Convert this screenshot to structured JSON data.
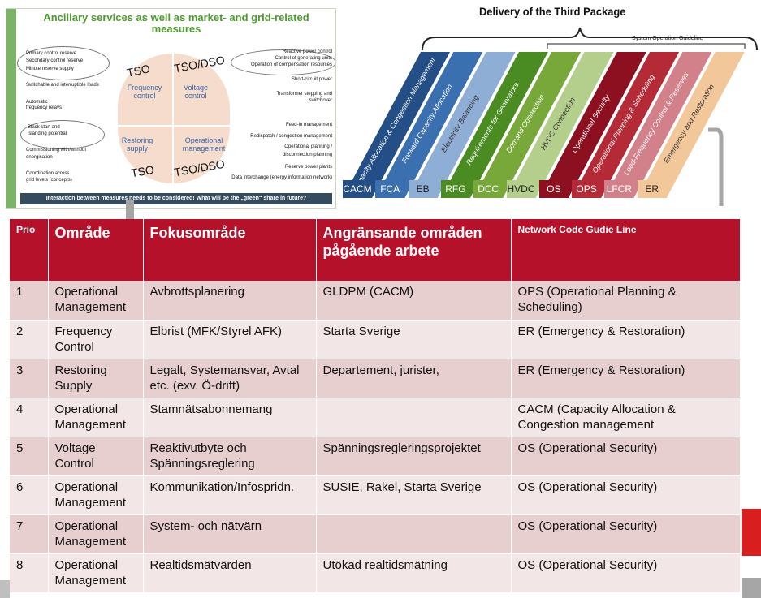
{
  "left_panel": {
    "title": "Ancillary services as well as market- and grid-related measures",
    "quadrants": {
      "frequency_control": "Frequency control",
      "voltage_control": "Voltage control",
      "restoring_supply": "Restoring supply",
      "operational_management": "Operational management"
    },
    "roles": {
      "top_left": "TSO",
      "top_right": "TSO/DSO",
      "bottom_left": "TSO",
      "bottom_right": "TSO/DSO"
    },
    "items_left_top": [
      "Primary control reserve",
      "Secondary control reserve",
      "Minute reserve supply",
      "Switchable and interruptible loads",
      "Automatic",
      "frequency relays"
    ],
    "items_right_top": [
      "Reactive power control",
      "Control of generating units",
      "Operation of compensation resources",
      "Short-circuit power",
      "Transformer stepping and",
      "switchover"
    ],
    "items_left_bottom": [
      "Black start and",
      "islanding potential",
      "Commissioning with/without",
      "energisation",
      "Coordination across",
      "grid levels (concepts)"
    ],
    "items_right_bottom": [
      "Feed-in management",
      "Redispatch / congestion management",
      "Operational planning /",
      "disconnection planning",
      "Reserve power plants",
      "Data interchange (energy information network)"
    ],
    "footer": "Interaction between measures needs to be considered! What will be the „green“ share in future?"
  },
  "package": {
    "title": "Delivery of the Third Package",
    "bracket_label": "System Operation Guideline",
    "codes": [
      {
        "abbr": "CACM",
        "name": "Capacity Allocation & Congestion Management",
        "color": "#244f86"
      },
      {
        "abbr": "FCA",
        "name": "Forward Capacity Allocation",
        "color": "#3a6fb0"
      },
      {
        "abbr": "EB",
        "name": "Electricity Balancing",
        "color": "#8faed6"
      },
      {
        "abbr": "RFG",
        "name": "Requirements for Generators",
        "color": "#4b8c22"
      },
      {
        "abbr": "DCC",
        "name": "Demand Connection",
        "color": "#78a83a"
      },
      {
        "abbr": "HVDC",
        "name": "HVDC Connection",
        "color": "#b4cf8c"
      },
      {
        "abbr": "OS",
        "name": "Operational Security",
        "color": "#8c1020"
      },
      {
        "abbr": "OPS",
        "name": "Operational Planning & Scheduling",
        "color": "#b42a36"
      },
      {
        "abbr": "LFCR",
        "name": "Load-Frequency Control & Reserves",
        "color": "#d2808a"
      },
      {
        "abbr": "ER",
        "name": "Emergency and Restoration",
        "color": "#f2c79a"
      }
    ]
  },
  "table": {
    "headers": {
      "prio": "Prio",
      "omrade": "Område",
      "fokus": "Fokusområde",
      "angransande": "Angränsande områden pågående arbete",
      "network_code": "Network Code Gudie Line"
    },
    "rows": [
      {
        "prio": "1",
        "omrade": "Operational Management",
        "fokus": "Avbrottsplanering",
        "angransande": "GLDPM (CACM)",
        "code": "OPS (Operational Planning & Scheduling)"
      },
      {
        "prio": "2",
        "omrade": "Frequency Control",
        "fokus": "Elbrist (MFK/Styrel  AFK)",
        "angransande": "Starta Sverige",
        "code": "ER (Emergency & Restoration)"
      },
      {
        "prio": "3",
        "omrade": "Restoring Supply",
        "fokus": "Legalt, Systemansvar, Avtal etc. (exv. Ö-drift)",
        "angransande": "Departement, jurister,",
        "code": "ER (Emergency & Restoration)"
      },
      {
        "prio": "4",
        "omrade": "Operational Management",
        "fokus": "Stamnätsabonnemang",
        "angransande": "",
        "code": "CACM (Capacity Allocation & Congestion management"
      },
      {
        "prio": "5",
        "omrade": "Voltage Control",
        "fokus": "Reaktivutbyte  och Spänningsreglering",
        "angransande": "Spänningsregleringsprojektet",
        "code": "OS (Operational Security)"
      },
      {
        "prio": "6",
        "omrade": "Operational Management",
        "fokus": "Kommunikation/Infospridn.",
        "angransande": "SUSIE, Rakel, Starta Sverige",
        "code": "OS (Operational Security)"
      },
      {
        "prio": "7",
        "omrade": "Operational Management",
        "fokus": "System- och nätvärn",
        "angransande": "",
        "code": "OS (Operational Security)"
      },
      {
        "prio": "8",
        "omrade": "Operational Management",
        "fokus": "Realtidsmätvärden",
        "angransande": "Utökad realtidsmätning",
        "code": "OS (Operational Security)"
      }
    ]
  }
}
